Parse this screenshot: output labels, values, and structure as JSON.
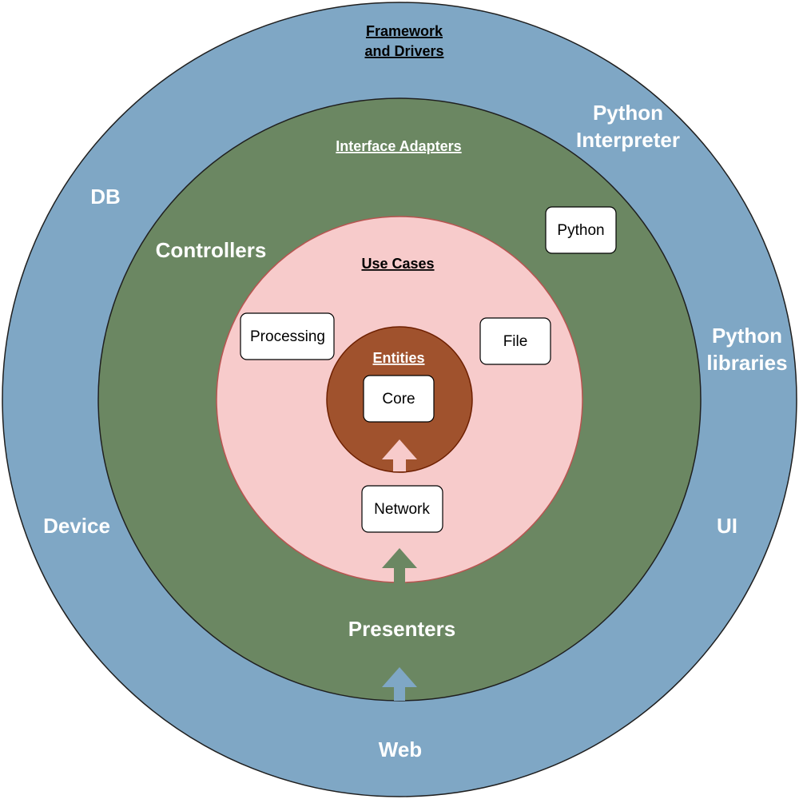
{
  "diagram": {
    "rings": {
      "outer": {
        "title_line1": "Framework",
        "title_line2": "and Drivers"
      },
      "adapters": {
        "title": "Interface Adapters"
      },
      "use_cases": {
        "title": "Use Cases"
      },
      "entities": {
        "title": "Entities"
      }
    },
    "outer_labels": {
      "python_interpreter_line1": "Python",
      "python_interpreter_line2": "Interpreter",
      "db": "DB",
      "python_libraries_line1": "Python",
      "python_libraries_line2": "libraries",
      "device": "Device",
      "ui": "UI",
      "web": "Web"
    },
    "adapter_labels": {
      "controllers": "Controllers",
      "presenters": "Presenters"
    },
    "boxes": {
      "python": "Python",
      "processing": "Processing",
      "file": "File",
      "core": "Core",
      "network": "Network"
    }
  },
  "colors": {
    "outer_ring": "#7fa7c5",
    "adapters_ring": "#6b8762",
    "use_cases_ring": "#f7cbcb",
    "entities_ring": "#a0522d",
    "box_fill": "#ffffff"
  }
}
